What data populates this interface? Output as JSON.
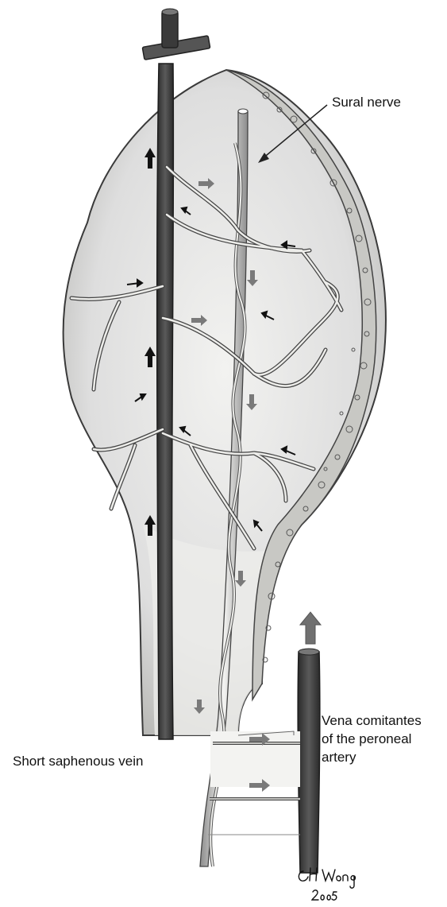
{
  "labels": {
    "sural_nerve": "Sural nerve",
    "short_saphenous_vein": "Short saphenous vein",
    "vena_comitantes_line1": "Vena comitantes",
    "vena_comitantes_line2": "of the peroneal",
    "vena_comitantes_line3": "artery"
  },
  "signature": {
    "text": "CH Wong 2005"
  },
  "colors": {
    "background": "#ffffff",
    "flap_fill": "#dcdcd8",
    "flap_edge": "#3a3a3a",
    "vessel_dark": "#3b3b3b",
    "vessel_light": "#eeeeea",
    "bone_band": "#c8c8c4",
    "arrow_black": "#111111",
    "arrow_grey": "#7a7a7a"
  },
  "icons": {
    "flow_up": "arrow-up-icon",
    "flow_direction": "small-arrow-icon"
  }
}
